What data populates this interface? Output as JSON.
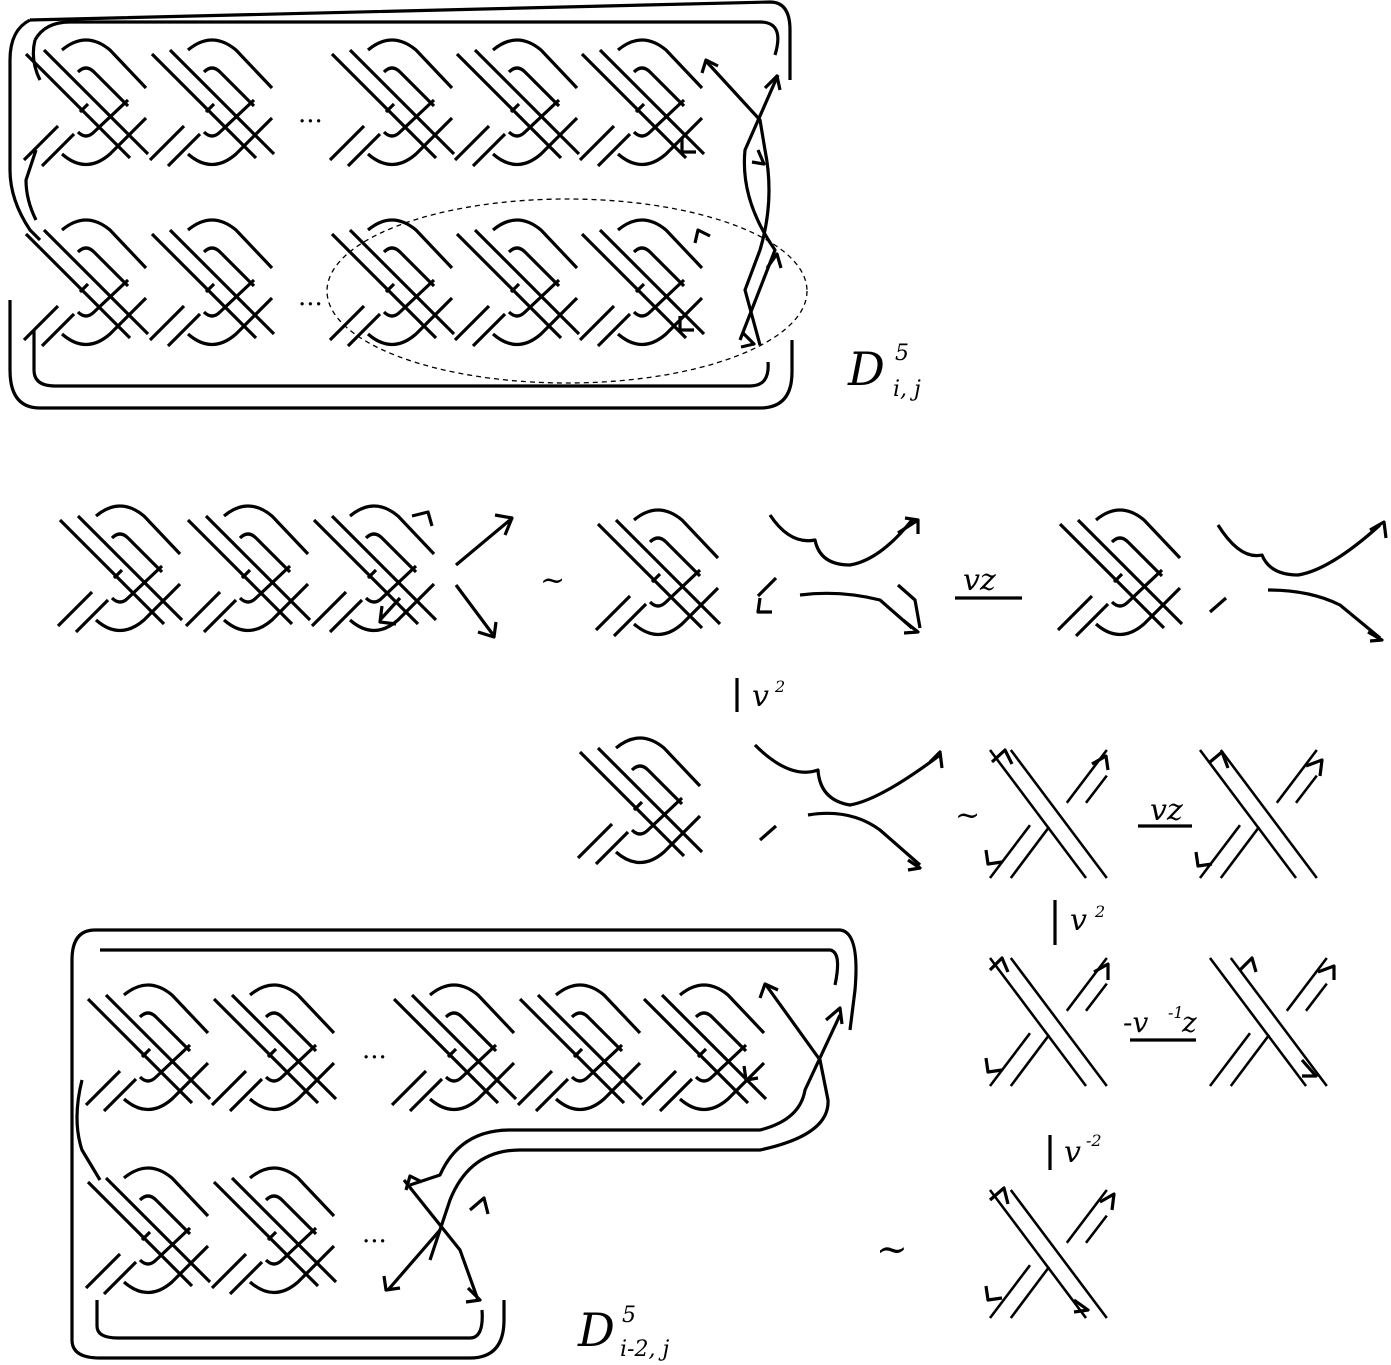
{
  "labels": {
    "top_diagram": {
      "main": "D",
      "sup": "5",
      "sub": "i, j"
    },
    "bottom_diagram": {
      "main": "D",
      "sup": "5",
      "sub": "i-2, j"
    },
    "ellipsis": "...",
    "equiv": "~",
    "coef_vz_1": "vz",
    "coef_vz_2": "vz",
    "coef_neg": "-v",
    "coef_neg_exp": "-1",
    "coef_neg_z": "z",
    "coef_v2_1_base": "v",
    "coef_v2_1_exp": "2",
    "coef_v2_2_base": "v",
    "coef_v2_2_exp": "2",
    "coef_vm2_base": "v",
    "coef_vm2_exp": "-2"
  }
}
